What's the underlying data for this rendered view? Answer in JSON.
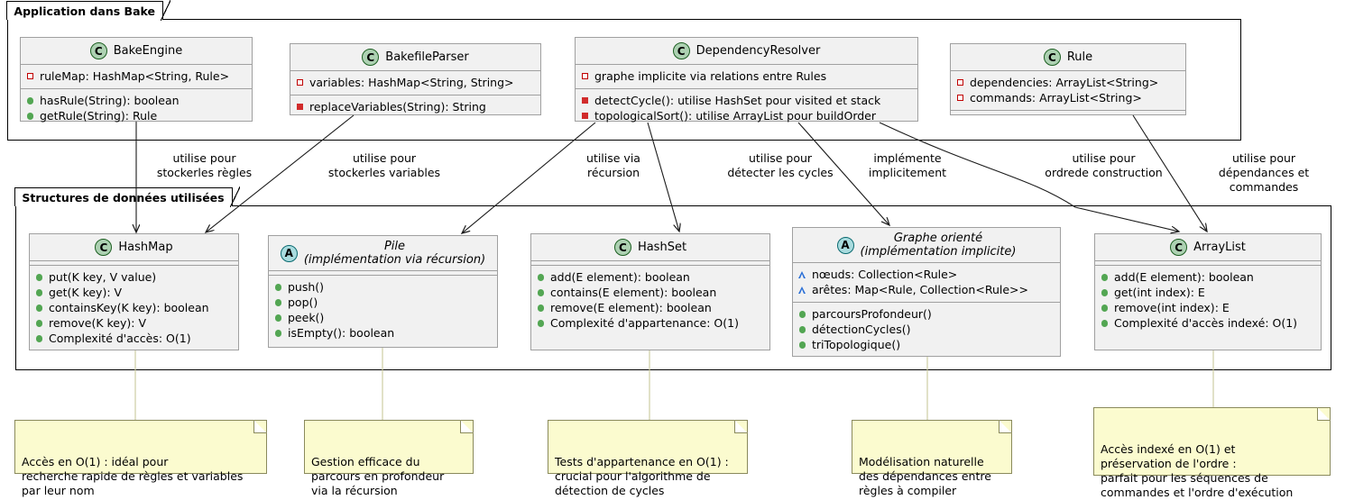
{
  "packages": [
    {
      "name": "Application dans Bake"
    },
    {
      "name": "Structures de données utilisées"
    }
  ],
  "classes": {
    "bakeengine": {
      "stereotype": "C",
      "name": "BakeEngine",
      "fields": [
        {
          "visibility": "private-field",
          "text": "ruleMap: HashMap<String, Rule>"
        }
      ],
      "methods": [
        {
          "visibility": "public",
          "text": "hasRule(String): boolean"
        },
        {
          "visibility": "public",
          "text": "getRule(String): Rule"
        }
      ]
    },
    "bakefileparser": {
      "stereotype": "C",
      "name": "BakefileParser",
      "fields": [
        {
          "visibility": "private-field",
          "text": "variables: HashMap<String, String>"
        }
      ],
      "methods": [
        {
          "visibility": "private-method",
          "text": "replaceVariables(String): String"
        }
      ]
    },
    "dependencyresolver": {
      "stereotype": "C",
      "name": "DependencyResolver",
      "fields": [
        {
          "visibility": "private-field",
          "text": "graphe implicite via relations entre Rules"
        }
      ],
      "methods": [
        {
          "visibility": "private-method",
          "text": "detectCycle(): utilise HashSet pour visited et stack"
        },
        {
          "visibility": "private-method",
          "text": "topologicalSort(): utilise ArrayList pour buildOrder"
        }
      ]
    },
    "rule": {
      "stereotype": "C",
      "name": "Rule",
      "fields": [
        {
          "visibility": "private-field",
          "text": "dependencies: ArrayList<String>"
        },
        {
          "visibility": "private-field",
          "text": "commands: ArrayList<String>"
        }
      ],
      "methods": []
    },
    "hashmap": {
      "stereotype": "C",
      "name": "HashMap",
      "fields": [],
      "methods": [
        {
          "visibility": "public",
          "text": "put(K key, V value)"
        },
        {
          "visibility": "public",
          "text": "get(K key): V"
        },
        {
          "visibility": "public",
          "text": "containsKey(K key): boolean"
        },
        {
          "visibility": "public",
          "text": "remove(K key): V"
        },
        {
          "visibility": "public",
          "text": "Complexité d'accès: O(1)"
        }
      ]
    },
    "pile": {
      "stereotype": "A",
      "name": "Pile",
      "subtitle": "(implémentation via récursion)",
      "fields": [],
      "methods": [
        {
          "visibility": "public",
          "text": "push()"
        },
        {
          "visibility": "public",
          "text": "pop()"
        },
        {
          "visibility": "public",
          "text": "peek()"
        },
        {
          "visibility": "public",
          "text": "isEmpty(): boolean"
        }
      ]
    },
    "hashset": {
      "stereotype": "C",
      "name": "HashSet",
      "fields": [],
      "methods": [
        {
          "visibility": "public",
          "text": "add(E element): boolean"
        },
        {
          "visibility": "public",
          "text": "contains(E element): boolean"
        },
        {
          "visibility": "public",
          "text": "remove(E element): boolean"
        },
        {
          "visibility": "public",
          "text": "Complexité d'appartenance: O(1)"
        }
      ]
    },
    "graphe": {
      "stereotype": "A",
      "name": "Graphe orienté",
      "subtitle": "(implémentation implicite)",
      "fields": [
        {
          "visibility": "protected",
          "text": "nœuds: Collection<Rule>"
        },
        {
          "visibility": "protected",
          "text": "arêtes: Map<Rule, Collection<Rule>>"
        }
      ],
      "methods": [
        {
          "visibility": "public",
          "text": "parcoursProfondeur()"
        },
        {
          "visibility": "public",
          "text": "détectionCycles()"
        },
        {
          "visibility": "public",
          "text": "triTopologique()"
        }
      ]
    },
    "arraylist": {
      "stereotype": "C",
      "name": "ArrayList",
      "fields": [],
      "methods": [
        {
          "visibility": "public",
          "text": "add(E element): boolean"
        },
        {
          "visibility": "public",
          "text": "get(int index): E"
        },
        {
          "visibility": "public",
          "text": "remove(int index): E"
        },
        {
          "visibility": "public",
          "text": "Complexité d'accès indexé: O(1)"
        }
      ]
    }
  },
  "edge_labels": [
    {
      "id": "e1",
      "text": "utilise pour\nstockerles règles"
    },
    {
      "id": "e2",
      "text": "utilise pour\nstockerles variables"
    },
    {
      "id": "e3",
      "text": "utilise via\nrécursion"
    },
    {
      "id": "e4",
      "text": "utilise pour\ndétecter les cycles"
    },
    {
      "id": "e5",
      "text": "implémente\nimplicitement"
    },
    {
      "id": "e6",
      "text": "utilise pour\nordrede construction"
    },
    {
      "id": "e7",
      "text": "utilise pour\ndépendances et commandes"
    }
  ],
  "notes": [
    {
      "id": "n1",
      "text": "Accès en O(1) : idéal pour\nrecherche rapide de règles et variables\npar leur nom"
    },
    {
      "id": "n2",
      "text": "Gestion efficace du\nparcours en profondeur\nvia la récursion"
    },
    {
      "id": "n3",
      "text": "Tests d'appartenance en O(1) :\ncrucial pour l'algorithme de\ndétection de cycles"
    },
    {
      "id": "n4",
      "text": "Modélisation naturelle\ndes dépendances entre\nrègles à compiler"
    },
    {
      "id": "n5",
      "text": "Accès indexé en O(1) et\npréservation de l'ordre :\nparfait pour les séquences de\ncommandes et l'ordre d'exécution"
    }
  ],
  "colors": {
    "class_fill": "#F1F1F1",
    "class_border": "#A0A0A0",
    "note_fill": "#FBFBCF",
    "note_border": "#8A8A5C",
    "stereotype_class": "#ADD1B2",
    "stereotype_abstract": "#A9DCDF",
    "public": "#53A653",
    "private": "#D12B2B",
    "protected": "#2A6FD6",
    "package_border": "#000000",
    "background": "#FFFFFF"
  }
}
